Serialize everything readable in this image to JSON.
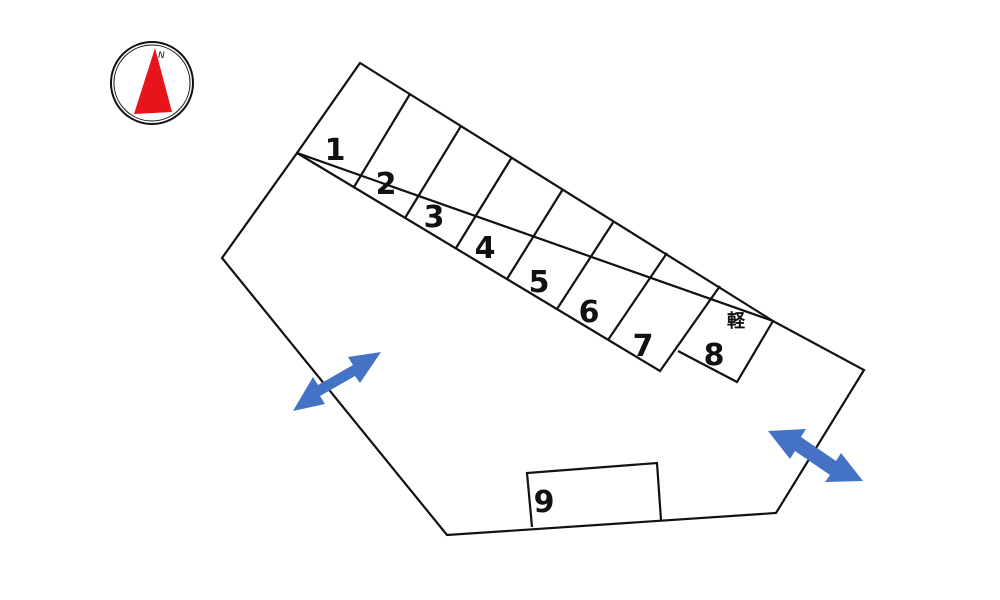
{
  "compass": {
    "north_label": "N",
    "needle_color": "#e8141b"
  },
  "stalls": [
    {
      "number": "1"
    },
    {
      "number": "2"
    },
    {
      "number": "3"
    },
    {
      "number": "4"
    },
    {
      "number": "5"
    },
    {
      "number": "6"
    },
    {
      "number": "7"
    },
    {
      "number": "8",
      "note": "軽"
    },
    {
      "number": "9"
    }
  ],
  "entrance_arrows": {
    "color": "#4472c4",
    "count": 2
  }
}
